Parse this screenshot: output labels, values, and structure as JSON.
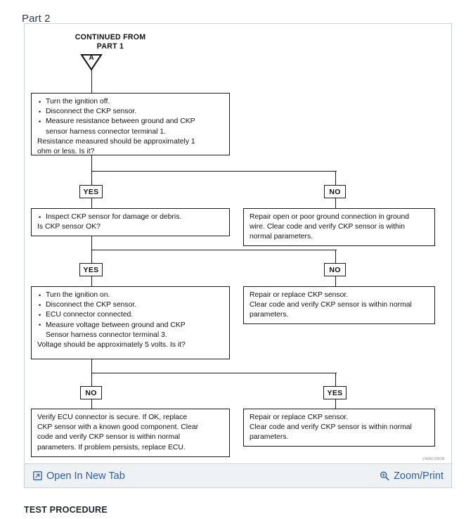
{
  "page": {
    "part_label": "Part 2",
    "section_title": "TEST PROCEDURE"
  },
  "diagram": {
    "continued_from_line1": "CONTINUED FROM",
    "continued_from_line2": "PART 1",
    "connector_letter": "A",
    "figure_code": "LWAC680B",
    "boxes": {
      "step1": {
        "b1": "Turn the ignition off.",
        "b2": "Disconnect the CKP sensor.",
        "b3": "Measure resistance between ground and CKP",
        "b3b": "sensor harness connector terminal 1.",
        "p1": "Resistance measured should be approximately 1",
        "p2": "ohm or less. Is it?"
      },
      "step1_no": {
        "l1": "Repair open or poor ground connection in ground",
        "l2": "wire. Clear code and verify CKP sensor is within",
        "l3": "normal parameters."
      },
      "step2": {
        "b1": "Inspect CKP sensor for damage or debris.",
        "p1": "Is CKP sensor OK?"
      },
      "step2_no": {
        "l1": "Repair or replace CKP sensor.",
        "l2": "Clear code and verify CKP sensor is within normal",
        "l3": "parameters."
      },
      "step3": {
        "b1": "Turn the ignition on.",
        "b2": "Disconnect the CKP sensor.",
        "b3": "ECU connector connected.",
        "b4": "Measure voltage between ground and CKP",
        "b4b": "Sensor harness connector terminal 3.",
        "p1": "Voltage should be approximately 5 volts. Is it?"
      },
      "step3_no": {
        "l1": "Verify ECU connector is secure. If OK, replace",
        "l2": "CKP sensor with a known good component. Clear",
        "l3": "code and verify CKP sensor is within normal",
        "l4": "parameters.  If problem persists, replace ECU."
      },
      "step3_yes": {
        "l1": "Repair or replace CKP sensor.",
        "l2": "Clear code and verify CKP sensor is within normal",
        "l3": "parameters."
      }
    },
    "branches": {
      "r1_left": "YES",
      "r1_right": "NO",
      "r2_left": "YES",
      "r2_right": "NO",
      "r3_left": "NO",
      "r3_right": "YES"
    }
  },
  "action_bar": {
    "open_new_tab": "Open In New Tab",
    "zoom_print": "Zoom/Print",
    "link_color": "#2b5fa8"
  }
}
